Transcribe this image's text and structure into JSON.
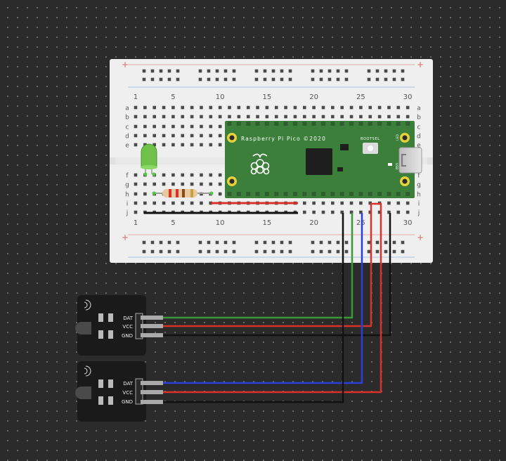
{
  "breadboard": {
    "column_numbers": [
      "1",
      "5",
      "10",
      "15",
      "20",
      "25",
      "30"
    ],
    "row_letters_top": [
      "a",
      "b",
      "c",
      "d",
      "e"
    ],
    "row_letters_bottom": [
      "f",
      "g",
      "h",
      "i",
      "j"
    ],
    "rail_plus": "+",
    "rail_minus": "−"
  },
  "pico": {
    "title": "Raspberry Pi Pico ©2020",
    "bootsel": "BOOTSEL",
    "led": "LED",
    "usb": "USB",
    "board_color": "#3b7f3a"
  },
  "led": {
    "color": "#6ec24a"
  },
  "resistor": {
    "body_color": "#e8c9a0"
  },
  "sensors": [
    {
      "pins": [
        "DAT",
        "VCC",
        "GND"
      ]
    },
    {
      "pins": [
        "DAT",
        "VCC",
        "GND"
      ]
    }
  ],
  "wire_colors": {
    "green": "#3a9a3a",
    "red": "#d8322a",
    "blue": "#2a3fd8",
    "black": "#111111"
  }
}
